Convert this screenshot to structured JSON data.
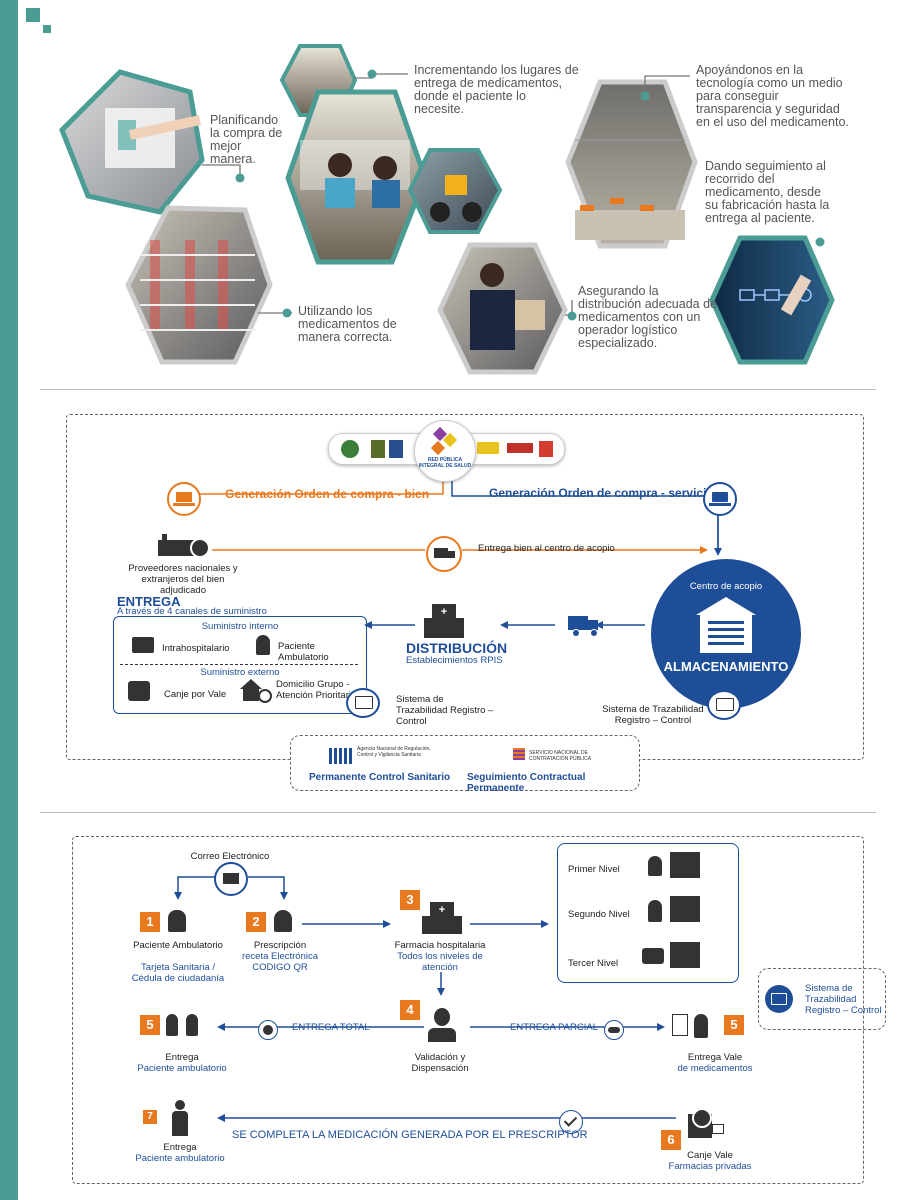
{
  "colors": {
    "teal": "#4a9c94",
    "orange": "#e8791e",
    "blue": "#1f4e99",
    "gray": "#333333"
  },
  "top": {
    "captions": [
      "Planificando la compra de mejor manera.",
      "Incrementando los lugares de entrega de medicamentos, donde el paciente lo necesite.",
      "Apoyándonos en la tecnología como un medio para conseguir transparencia y seguridad en el uso del medicamento.",
      "Dando seguimiento al recorrido del medicamento, desde su fabricación hasta la entrega al paciente.",
      "Utilizando los medicamentos de manera correcta.",
      "Asegurando la distribución adecuada de medicamentos con un operador logístico especializado."
    ]
  },
  "flow1": {
    "logo_center": "RED PÚBLICA INTEGRAL DE SALUD",
    "order_goods": "Generación Orden de compra - bien",
    "order_service": "Generación Orden de compra - servicio",
    "suppliers": "Proveedores nacionales y extranjeros del bien adjudicado",
    "delivery_to_center": "Entrega bien al centro de acopio",
    "center_title": "Centro de acopio",
    "center_main": "ALMACENAMIENTO",
    "entrega_title": "ENTREGA",
    "entrega_sub": "A través de 4 canales de suministro",
    "internal": "Suministro interno",
    "intra": "Intrahospitalario",
    "ambulatorio": "Paciente Ambulatorio",
    "external": "Suministro externo",
    "canje": "Canje por Vale",
    "domicilio": "Domicilio Grupo - Atención Prioritaria",
    "distribucion": "DISTRIBUCIÓN",
    "distribucion_sub": "Establecimientos RPIS",
    "trazabilidad": "Sistema de Trazabilidad Registro – Control",
    "trazabilidad2": "Sistema de Trazabilidad Registro – Control",
    "agency1": "Agencia Nacional de Regulación, Control y Vigilancia Sanitaria",
    "agency2": "SERVICIO NACIONAL DE CONTRATACIÓN PÚBLICA",
    "control1": "Permanente Control Sanitario",
    "control2": "Seguimiento Contractual Permanente"
  },
  "flow2": {
    "email": "Correo Electrónico",
    "n1": "1",
    "s1_title": "Paciente Ambulatorio",
    "s1_sub": "Tarjeta Sanitaria / Cédula de ciudadanía",
    "n2": "2",
    "s2_title": "Prescripción",
    "s2_sub": "receta Electrónica CODIGO QR",
    "n3": "3",
    "s3_title": "Farmacia hospitalaria",
    "s3_sub": "Todos los niveles de atención",
    "levels": [
      "Primer Nivel",
      "Segundo Nivel",
      "Tercer Nivel"
    ],
    "sys": "Sistema de Trazabilidad Registro – Control",
    "n4": "4",
    "s4_title": "Validación y Dispensación",
    "total": "ENTREGA TOTAL",
    "partial": "ENTREGA PARCIAL",
    "n5a": "5",
    "s5a_title": "Entrega",
    "s5a_sub": "Paciente ambulatorio",
    "n5b": "5",
    "s5b_title": "Entrega Vale",
    "s5b_sub": "de medicamentos",
    "n6": "6",
    "s6_title": "Canje Vale",
    "s6_sub": "Farmacias privadas",
    "n7": "7",
    "s7_title": "Entrega",
    "s7_sub": "Paciente ambulatorio",
    "complete": "SE COMPLETA LA MEDICACIÓN GENERADA POR EL PRESCRIPTOR"
  }
}
